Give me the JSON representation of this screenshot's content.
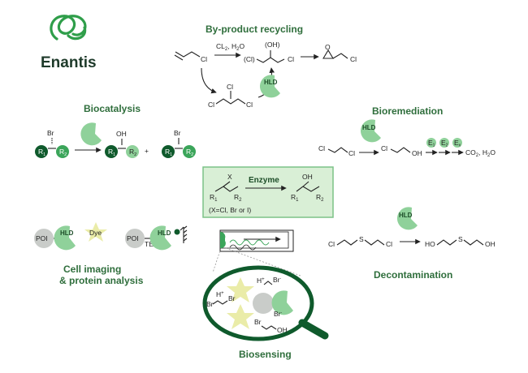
{
  "logo": {
    "brand": "Enantis"
  },
  "sections": {
    "byproduct": "By-product recycling",
    "biocatalysis": "Biocatalysis",
    "bioremediation": "Bioremediation",
    "cell_imaging_line1": "Cell imaging",
    "cell_imaging_line2": "& protein analysis",
    "decontamination": "Decontamination",
    "biosensing": "Biosensing"
  },
  "byproduct": {
    "reagent": "CL",
    "reagent_sub": "2",
    "reagent_tail": ", H",
    "reagent_sub2": "2",
    "reagent_tail2": "O",
    "cl": "Cl",
    "oh": "(OH)",
    "cl_paren": "(Cl)",
    "enzyme": "HLD"
  },
  "center": {
    "x": "X",
    "enzyme": "Enzyme",
    "oh": "OH",
    "r1": "R",
    "r2": "R",
    "sub1": "1",
    "sub2": "2",
    "note": "(X=Cl, Br or I)"
  },
  "biocatalysis": {
    "br": "Br",
    "oh": "OH",
    "r": "R",
    "sub1": "1",
    "sub2": "2",
    "plus": "+"
  },
  "bioremediation": {
    "enzyme": "HLD",
    "cl": "Cl",
    "oh": "OH",
    "e": "E",
    "e1": "1",
    "e2": "2",
    "ex": "x",
    "product": "CO",
    "product_sub": "2",
    "product_tail": ", H",
    "product_sub2": "2",
    "product_tail2": "O"
  },
  "cell_imaging": {
    "poi": "POI",
    "hld": "HLD",
    "dye": "Dye",
    "tev": "TEV"
  },
  "decontamination": {
    "enzyme": "HLD",
    "cl": "Cl",
    "s": "S",
    "ho": "HO",
    "oh": "OH"
  },
  "biosensing": {
    "h": "H",
    "h_sup": "+",
    "br": "Br",
    "br_sup": "-",
    "oh": "OH"
  },
  "colors": {
    "brand_green": "#2f6e3c",
    "light_green": "#8fd19a",
    "pale_green": "#d9efd6",
    "dark_green": "#0f5a2c",
    "star_yellow": "#eaeca8",
    "gray": "#c9ccc9"
  }
}
